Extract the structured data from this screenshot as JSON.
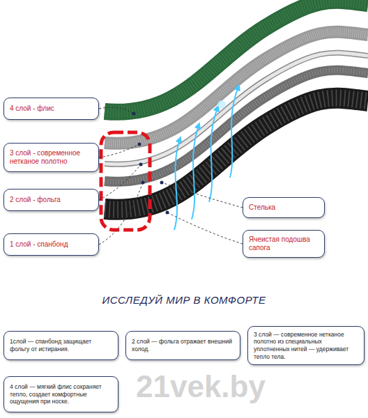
{
  "diagram": {
    "title": "ИССЛЕДУЙ МИР В КОМФОРТЕ",
    "nodes": [
      {
        "text": [
          "4 слой - флис"
        ]
      },
      {
        "text": [
          "3 слой - современное нетканое полотно"
        ]
      },
      {
        "text": [
          "2 слой - фольга"
        ]
      },
      {
        "text": [
          "Стелька"
        ]
      },
      {
        "text": [
          "1 слой - спанбонд"
        ]
      },
      {
        "text": [
          "Ячеистая подошва сапога"
        ]
      },
      {
        "text": [
          "1слой — спанбонд защищает фольгу от истирания."
        ]
      },
      {
        "text": [
          "2 слой — фольга отражает внешний холод."
        ]
      },
      {
        "text": [
          "3 слой — современное нетканое полотно из специальных уплотненных нитей — удерживает тепло тела."
        ]
      },
      {
        "text": [
          "4 слой — мягкий флис сохраняет тепло, создает комфортные ощущения при носке."
        ]
      }
    ],
    "labels": [
      "21vek.by"
    ]
  }
}
